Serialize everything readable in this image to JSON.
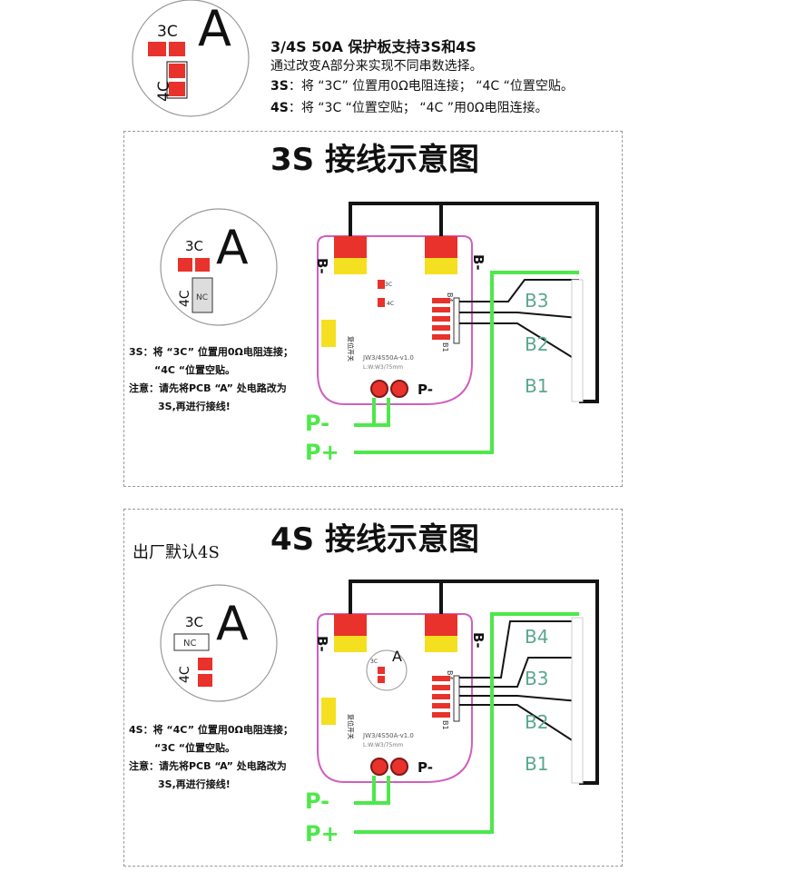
{
  "header": {
    "title": "3/4S 50A 保护板支持3S和4S",
    "subtitle": "通过改变A部分来实现不同串数选择。",
    "line_3s_key": "3S",
    "line_3s_text": "：将 “3C” 位置用0Ω电阻连接；  “4C “位置空贴。",
    "line_4s_key": "4S",
    "line_4s_text": "：将 “3C “位置空贴；  “4C ”用0Ω电阻连接。"
  },
  "selector": {
    "letter": "A",
    "pad_3c": "3C",
    "pad_4c": "4C",
    "nc": "NC"
  },
  "panel_3s": {
    "title": "3S 接线示意图",
    "note_line1": "3S：将 “3C” 位置用0Ω电阻连接；",
    "note_line2": "“4C “位置空贴。",
    "note_line3": "注意：请先将PCB “A” 处电路改为",
    "note_line4": "3S,再进行接线!",
    "cells": [
      "B3",
      "B2",
      "B1"
    ]
  },
  "panel_4s": {
    "factory_default": "出厂默认4S",
    "title": "4S 接线示意图",
    "note_line1": "4S：将 “4C” 位置用0Ω电阻连接；",
    "note_line2": "“3C “位置空贴。",
    "note_line3": "注意：请先将PCB “A” 处电路改为",
    "note_line4": "3S,再进行接线!",
    "cells": [
      "B4",
      "B3",
      "B2",
      "B1"
    ]
  },
  "board": {
    "b_minus": "B-",
    "p_minus": "P-",
    "p_plus": "P+",
    "b4_label": "B4",
    "b1_label": "B1",
    "switch_label": "复位开关",
    "model": "JW3/4S50A-v1.0",
    "size": "L:W:W3/75mm",
    "pad_3c": "3C",
    "pad_4c": "4C",
    "small_a": "A"
  },
  "colors": {
    "red_pad": "#e8322b",
    "yellow_pad": "#f4e020",
    "green_wire": "#4ee84a",
    "black_wire": "#141414",
    "board_outline": "#d05fc0",
    "cell_label": "#5aa88c"
  }
}
